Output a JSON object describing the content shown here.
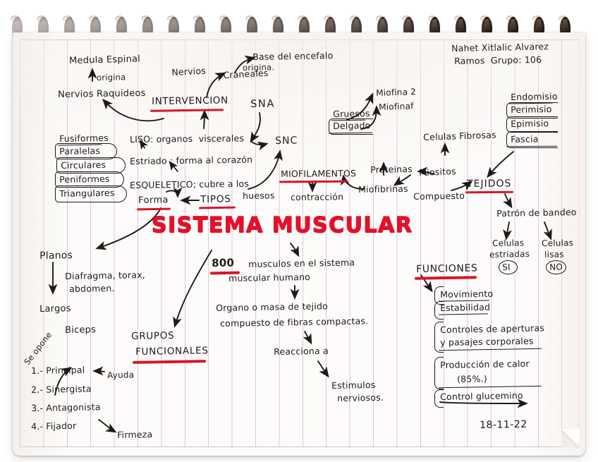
{
  "meta": {
    "doc_type": "handwritten-mind-map",
    "title": "SISTEMA MUSCULAR",
    "student_name_line1": "Nahet Xitlalic Alvarez",
    "student_name_line2": "Ramos  Grupo: 106",
    "date": "18-11-22",
    "colors": {
      "title_red": "#e4102a",
      "underline_red": "#d81528",
      "ink": "#1d1a18",
      "rule_line": "#c48eb8",
      "paper": "#fdfcfa",
      "spiral": "#241c18"
    }
  },
  "branches": {
    "intervencion": {
      "label": "INTERVENCION",
      "medula": "Medula Espinal",
      "origina_1": "origina",
      "nervios_raquideos": "Nervios Raquideos",
      "nervios": "Nervios",
      "craneales": "Craneales",
      "base_encefalo": "Base del encefalo",
      "origina_2": "origina.",
      "sna": "SNA",
      "snc": "SNC"
    },
    "tipos": {
      "label": "TIPOS",
      "liso": "LISO: organos  viscerales",
      "estriado": "Estriado : forma al corazón",
      "esqueletico": "ESQUELETICO; cubre a los",
      "esqueletico_2": "huesos"
    },
    "forma": {
      "label": "Forma",
      "items": [
        "Fusiformes",
        "Paralelas",
        "Circulares",
        "Peniformes",
        "Triangulares"
      ]
    },
    "miofilamentos": {
      "label": "MIOFILAMENTOS",
      "contraccion": "contracción",
      "grueso": "Gruesos",
      "delgado": "Delgado",
      "miofina2": "Miofina 2",
      "miofinaf": "Miofinaf"
    },
    "tejidos": {
      "label": "TEJIDOS",
      "proteinas": "Proteinas",
      "miofibrinas": "Miofibrinas",
      "miositos": "Miositos",
      "compuesto": "Compuesto",
      "celulas_fibrosas": "Celulas Fibrosas",
      "capas": [
        "Endomisio",
        "Perimisio",
        "Epimisio",
        "Fascia"
      ],
      "patron": "Patrón de bandeo",
      "celulas_estriadas_1": "Celulas",
      "celulas_estriadas_2": "estriadas",
      "celulas_estriadas_mark": "SI",
      "celulas_lisas_1": "Celulas",
      "celulas_lisas_2": "lisas",
      "celulas_lisas_mark": "NO"
    },
    "planos": {
      "label": "Planos",
      "diafragma_1": "Diafragma, torax,",
      "diafragma_2": "abdomen.",
      "largos": "Largos",
      "biceps": "Biceps"
    },
    "grupos_funcionales": {
      "label_1": "GRUPOS",
      "label_2": "FUNCIONALES",
      "se_opone": "Se opone",
      "ayuda": "Ayuda",
      "firmeza": "Firmeza",
      "items": [
        "1.- Principal",
        "2.- Sinergista",
        "3.- Antagonista",
        "4.- Fijador"
      ]
    },
    "definicion": {
      "count": "800",
      "line1": "musculos en el sistema",
      "line2": "muscular humano",
      "line3": "Organo o masa de tejido",
      "line4": "compuesto de fibras compactas.",
      "line5": "Reacciona a",
      "line6": "Estimulos",
      "line7": "nerviosos."
    },
    "funciones": {
      "label": "FUNCIONES",
      "items": [
        "Movimiento",
        "Estabilidad",
        "Controles de aperturas",
        "y pasajes corporales",
        "Producción de calor",
        "(85%.)",
        "Control glucemino"
      ]
    }
  }
}
